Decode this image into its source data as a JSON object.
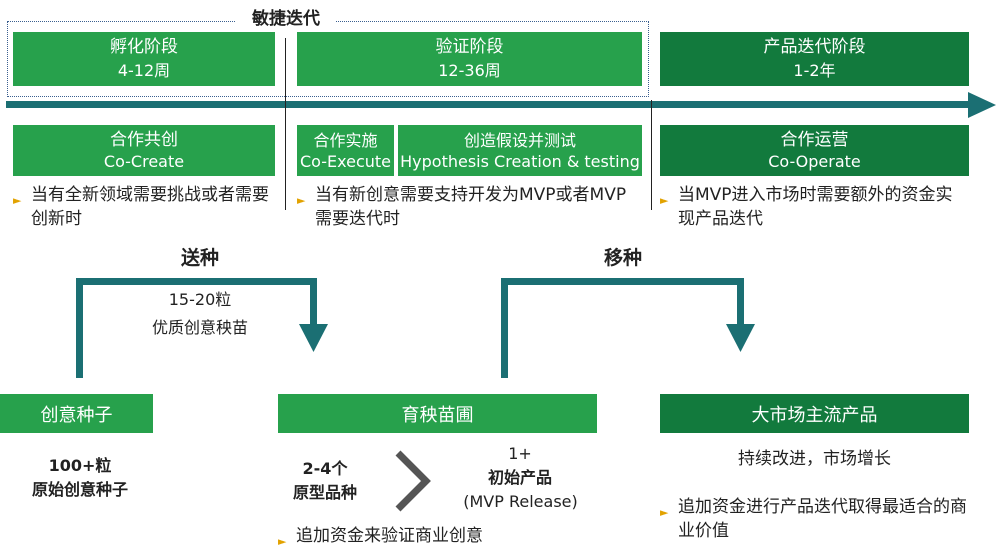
{
  "agile": {
    "label": "敏捷迭代"
  },
  "stages": {
    "incubation": {
      "title": "孵化阶段",
      "duration": "4-12周"
    },
    "validation": {
      "title": "验证阶段",
      "duration": "12-36周"
    },
    "iteration": {
      "title": "产品迭代阶段",
      "duration": "1-2年"
    }
  },
  "modes": {
    "cocreate": {
      "cn": "合作共创",
      "en": "Co-Create"
    },
    "coexecute": {
      "cn": "合作实施",
      "en": "Co-Execute"
    },
    "hypothesis": {
      "cn": "创造假设并测试",
      "en": "Hypothesis Creation & testing"
    },
    "cooperate": {
      "cn": "合作运营",
      "en": "Co-Operate"
    }
  },
  "bullets": {
    "b1": "当有全新领域需要挑战或者需要创新时",
    "b2": "当有新创意需要支持开发为MVP或者MVP需要迭代时",
    "b3": "当MVP进入市场时需要额外的资金实现产品迭代"
  },
  "flows": {
    "send": {
      "title": "送种",
      "line1": "15-20粒",
      "line2": "优质创意秧苗"
    },
    "transplant": {
      "title": "移种"
    }
  },
  "bottom": {
    "seeds": {
      "title": "创意种子",
      "line1": "100+粒",
      "line2": "原始创意种子"
    },
    "nursery": {
      "title": "育秧苗圃",
      "proto_count": "2-4个",
      "proto_label": "原型品种",
      "mvp_count": "1+",
      "mvp_label": "初始产品",
      "mvp_en": "(MVP Release)",
      "bullet": "追加资金来验证商业创意"
    },
    "market": {
      "title": "大市场主流产品",
      "subtitle": "持续改进，市场增长",
      "bullet": "追加资金进行产品迭代取得最适合的商业价值"
    }
  },
  "colors": {
    "green": "#27a14c",
    "dark_green": "#127a3d",
    "teal": "#1b6f73",
    "bullet": "#e2a200"
  }
}
